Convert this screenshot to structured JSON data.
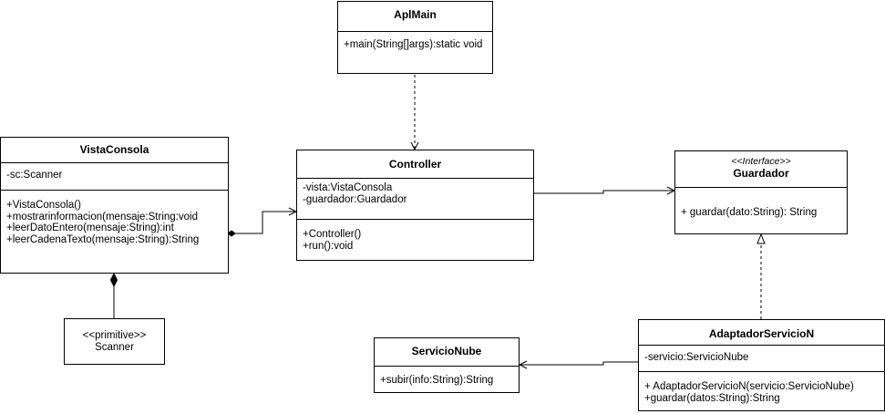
{
  "classes": {
    "aplmain": {
      "name": "AplMain",
      "methods": [
        "+main(String[]args):static void"
      ]
    },
    "controller": {
      "name": "Controller",
      "attributes": [
        "-vista:VistaConsola",
        "-guardador:Guardador"
      ],
      "methods": [
        "+Controller()",
        "+run():void"
      ]
    },
    "vistaconsola": {
      "name": "VistaConsola",
      "attributes": [
        "-sc:Scanner"
      ],
      "methods": [
        "+VistaConsola()",
        "+mostrarinformacion(mensaje:String:void",
        "+leerDatoEntero(mensaje:String):int",
        "+leerCadenaTexto(mensaje:String):String"
      ]
    },
    "guardador": {
      "stereotype": "<<Interface>>",
      "name": "Guardador",
      "methods": [
        "+ guardar(dato:String): String"
      ]
    },
    "adaptador": {
      "name": "AdaptadorServicioN",
      "attributes": [
        "-servicio:ServicioNube"
      ],
      "methods": [
        "+ AdaptadorServicioN(servicio:ServicioNube)",
        "+guardar(datos:String):String"
      ]
    },
    "servicionube": {
      "name": "ServicioNube",
      "methods": [
        "+subir(info:String):String"
      ]
    },
    "scanner": {
      "stereotype": "<<primitive>>",
      "name": "Scanner"
    }
  },
  "relations": [
    {
      "from": "AplMain",
      "to": "Controller",
      "type": "dependency"
    },
    {
      "from": "VistaConsola",
      "to": "Controller",
      "type": "composition"
    },
    {
      "from": "Controller",
      "to": "Guardador",
      "type": "association"
    },
    {
      "from": "AdaptadorServicioN",
      "to": "Guardador",
      "type": "realization"
    },
    {
      "from": "AdaptadorServicioN",
      "to": "ServicioNube",
      "type": "association"
    },
    {
      "from": "VistaConsola",
      "to": "Scanner",
      "type": "composition"
    }
  ],
  "colors": {
    "stroke": "#000000",
    "fill": "#ffffff"
  }
}
